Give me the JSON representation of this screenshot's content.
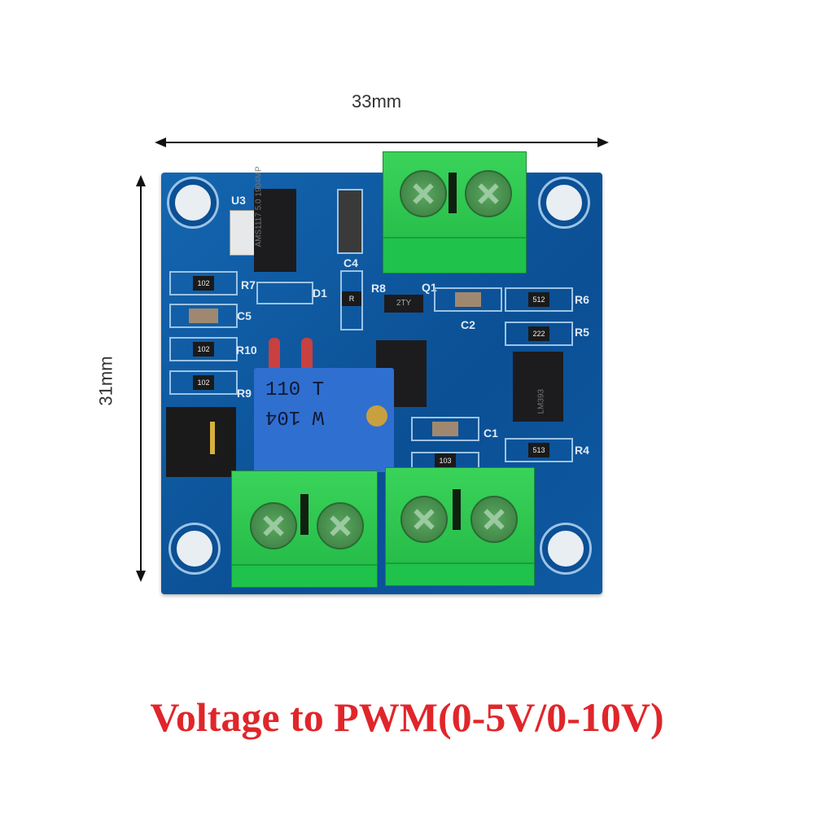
{
  "dimensions": {
    "width": "33mm",
    "height": "31mm"
  },
  "caption": "Voltage to PWM(0-5V/0-10V)",
  "silkscreen": {
    "u3": "U3",
    "r7": "R7",
    "c5": "C5",
    "r10": "R10",
    "r9": "R9",
    "c4": "C4",
    "d1": "D1",
    "r8": "R8",
    "q1": "Q1",
    "c2": "C2",
    "r6": "R6",
    "r5": "R5",
    "c1": "C1",
    "r4": "R4"
  },
  "markings": {
    "regulator": "AMS1117 5.0 1904MP",
    "pot_top": "110 T",
    "pot_bottom": "W 104",
    "comparator": "LM393",
    "transistor": "2TY",
    "r6": "512",
    "r5": "222",
    "r4": "513",
    "r7": "102",
    "r10": "102",
    "r9": "102",
    "r8": "R",
    "r_bottom": "103"
  },
  "colors": {
    "pcb": "#0b4f94",
    "terminal": "#21b844",
    "caption": "#e0262a"
  }
}
